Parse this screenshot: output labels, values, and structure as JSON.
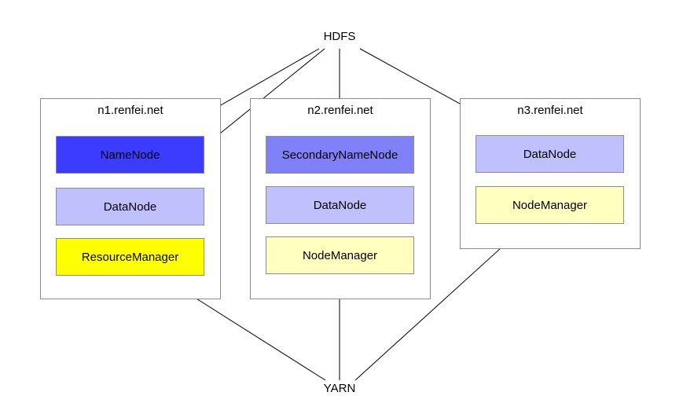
{
  "hdfs_label": "HDFS",
  "yarn_label": "YARN",
  "hosts": [
    {
      "name": "n1.renfei.net",
      "nodes": [
        {
          "label": "NameNode",
          "color": "#3c3cff"
        },
        {
          "label": "DataNode",
          "color": "#c0c0ff"
        },
        {
          "label": "ResourceManager",
          "color": "#ffff00"
        }
      ]
    },
    {
      "name": "n2.renfei.net",
      "nodes": [
        {
          "label": "SecondaryNameNode",
          "color": "#8080f8"
        },
        {
          "label": "DataNode",
          "color": "#c0c0ff"
        },
        {
          "label": "NodeManager",
          "color": "#ffffc0"
        }
      ]
    },
    {
      "name": "n3.renfei.net",
      "nodes": [
        {
          "label": "DataNode",
          "color": "#c0c0ff"
        },
        {
          "label": "NodeManager",
          "color": "#ffffc0"
        }
      ]
    }
  ]
}
